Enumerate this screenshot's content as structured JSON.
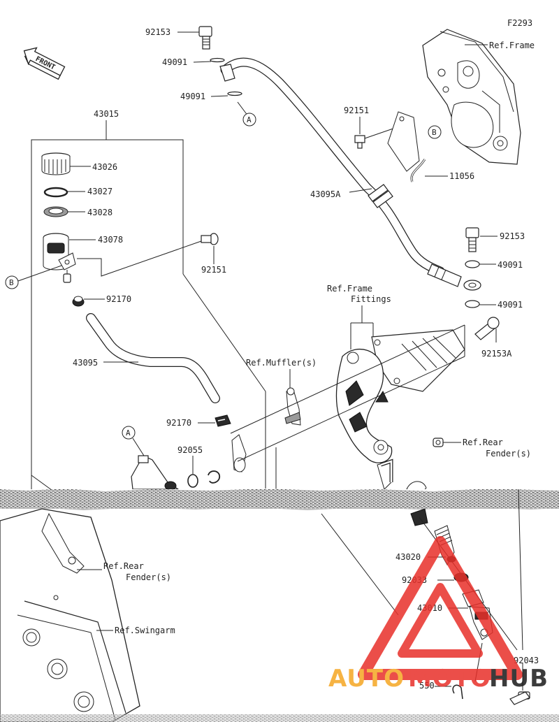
{
  "figure_code": "F2293",
  "front_label": "FRONT",
  "group_label": "43015",
  "callout_letters": {
    "a": "A",
    "b": "B"
  },
  "parts": {
    "p92153_top": "92153",
    "p49091_top1": "49091",
    "p49091_top2": "49091",
    "p92151_mid": "92151",
    "p11056": "11056",
    "p43095a": "43095A",
    "p92153_right": "92153",
    "p49091_right1": "49091",
    "p49091_right2": "49091",
    "p92153a": "92153A",
    "p43026": "43026",
    "p43027": "43027",
    "p43028": "43028",
    "p43078": "43078",
    "p92151_left": "92151",
    "p92170_top": "92170",
    "p43095": "43095",
    "p92170_bottom": "92170",
    "p92055": "92055",
    "p43020": "43020",
    "p92033": "92033",
    "p43010": "43010",
    "p92043": "92043",
    "p550": "550"
  },
  "refs": {
    "frame": "Ref.Frame",
    "frame_fittings_1": "Ref.Frame",
    "frame_fittings_2": "Fittings",
    "muffler": "Ref.Muffler(s)",
    "rear_fender_right_1": "Ref.Rear",
    "rear_fender_right_2": "Fender(s)",
    "rear_fender_left_1": "Ref.Rear",
    "rear_fender_left_2": "Fender(s)",
    "swingarm": "Ref.Swingarm"
  },
  "watermark": {
    "part1": "AUTO",
    "part2": "MOTO",
    "part3": "HUB",
    "color_orange": "#f5a623",
    "color_red": "#e8302a",
    "color_dark": "#1a1a1a"
  }
}
